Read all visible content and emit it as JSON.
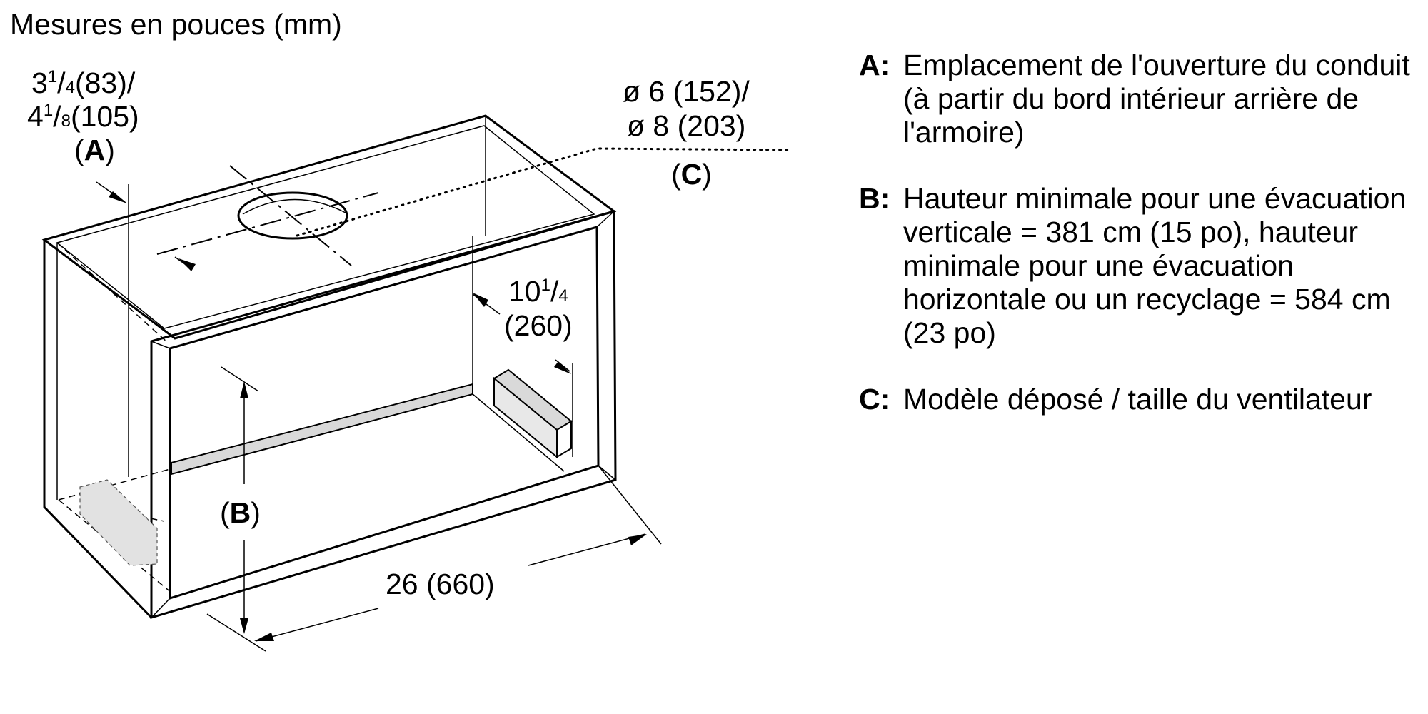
{
  "heading": "Mesures en pouces (mm)",
  "dimensions": {
    "a_line1_int": "3",
    "a_line1_sup": "1",
    "a_line1_den": "4",
    "a_line1_mm": "(83)/",
    "a_line2_int": "4",
    "a_line2_sup": "1",
    "a_line2_den": "8",
    "a_line2_mm": "(105)",
    "a_label": "A",
    "c_line1": "ø 6 (152)/",
    "c_line2": "ø 8 (203)",
    "c_label": "C",
    "depth_int": "10",
    "depth_sup": "1",
    "depth_den": "4",
    "depth_mm": "(260)",
    "b_label": "B",
    "width": "26 (660)"
  },
  "legend": [
    {
      "key": "A:",
      "text": "Emplacement de l'ouverture du conduit (à partir du bord intérieur arrière de l'armoire)"
    },
    {
      "key": "B:",
      "text": "Hauteur minimale pour une évacuation verticale = 381 cm (15 po), hauteur minimale pour une évacuation horizontale ou un recyclage = 584 cm (23 po)"
    },
    {
      "key": "C:",
      "text": "Modèle déposé / taille du ventilateur"
    }
  ]
}
